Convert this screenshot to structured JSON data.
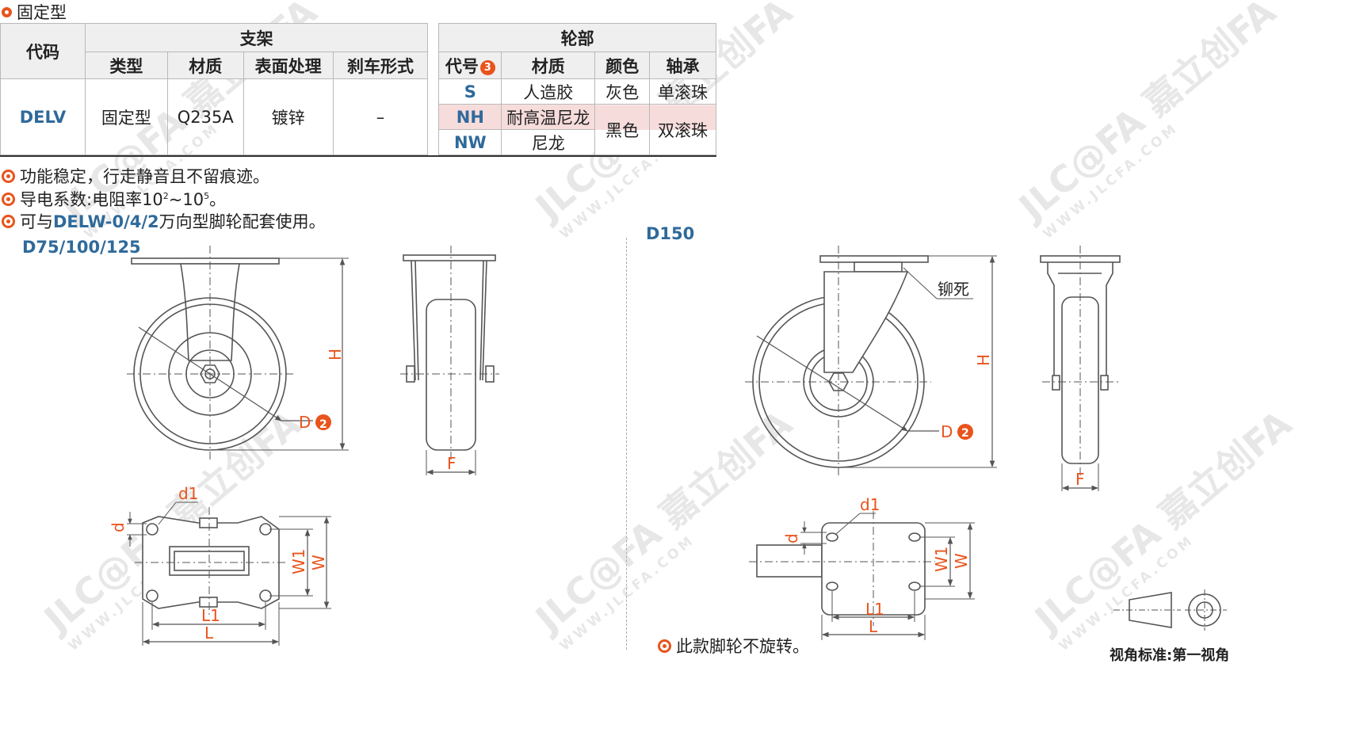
{
  "title": "固定型",
  "table": {
    "header_code": "代码",
    "header_bracket": "支架",
    "header_wheel": "轮部",
    "sub_type": "类型",
    "sub_material": "材质",
    "sub_surface": "表面处理",
    "sub_brake": "刹车形式",
    "sub_code": "代号",
    "sub_code_badge": "3",
    "sub_wheel_material": "材质",
    "sub_color": "颜色",
    "sub_bearing": "轴承",
    "code_value": "DELV",
    "type_value": "固定型",
    "material_value": "Q235A",
    "surface_value": "镀锌",
    "brake_value": "–",
    "rows": [
      {
        "code": "S",
        "material": "人造胶"
      },
      {
        "code": "NH",
        "material": "耐高温尼龙"
      },
      {
        "code": "NW",
        "material": "尼龙"
      }
    ],
    "colors": [
      "灰色",
      "黑色"
    ],
    "bearings": [
      "单滚珠",
      "双滚珠"
    ],
    "highlight_color": "#f7dcdc"
  },
  "notes": [
    {
      "text": "功能稳定，行走静音且不留痕迹。"
    },
    {
      "text_pre": "导电系数:电阻率10",
      "sup1": "2",
      "mid": "~10",
      "sup2": "5",
      "text_post": "。"
    },
    {
      "text_pre": "可与",
      "bold": "DELW-0/4/2",
      "text_post": "万向型脚轮配套使用。"
    }
  ],
  "drawings": {
    "left_series": "D75/100/125",
    "right_series": "D150",
    "label_H": "H",
    "label_D": "D",
    "label_D_badge": "2",
    "label_F": "F",
    "label_d1": "d1",
    "label_d": "d",
    "label_W1": "W1",
    "label_W": "W",
    "label_L1": "L1",
    "label_L": "L",
    "rivet_label": "铆死",
    "no_rotate_note": "此款脚轮不旋转。",
    "projection_label": "视角标准:第一视角"
  },
  "colors": {
    "accent": "#e8541c",
    "code_blue": "#2f6a9a",
    "line": "#555555"
  },
  "watermark": {
    "brand": "JLC@FA 嘉立创FA",
    "url": "WWW.JLCFA.COM"
  }
}
